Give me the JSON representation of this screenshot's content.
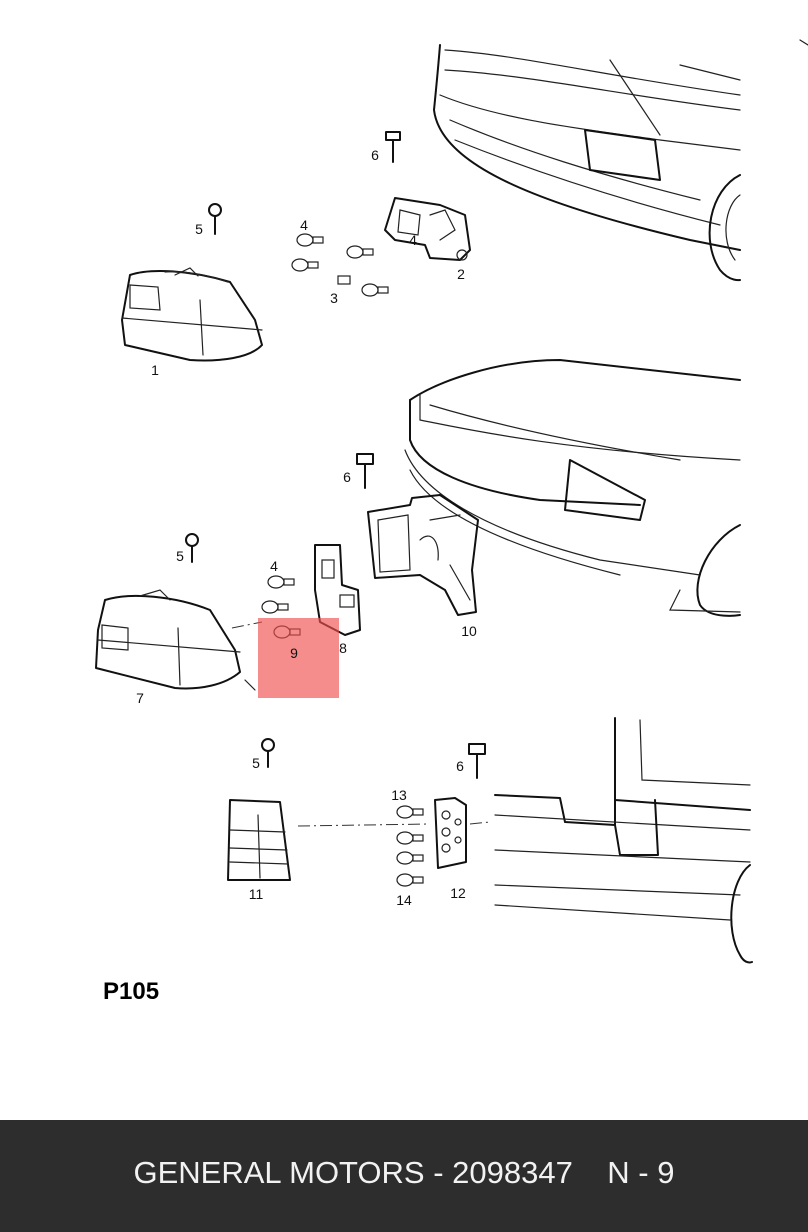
{
  "diagram": {
    "callouts": [
      {
        "id": "c1",
        "text": "1"
      },
      {
        "id": "c2",
        "text": "2"
      },
      {
        "id": "c3",
        "text": "3"
      },
      {
        "id": "c4a",
        "text": "4"
      },
      {
        "id": "c4b",
        "text": "4"
      },
      {
        "id": "c4c",
        "text": "4"
      },
      {
        "id": "c5a",
        "text": "5"
      },
      {
        "id": "c5b",
        "text": "5"
      },
      {
        "id": "c5c",
        "text": "5"
      },
      {
        "id": "c6a",
        "text": "6"
      },
      {
        "id": "c6b",
        "text": "6"
      },
      {
        "id": "c6c",
        "text": "6"
      },
      {
        "id": "c7",
        "text": "7"
      },
      {
        "id": "c8",
        "text": "8"
      },
      {
        "id": "c9",
        "text": "9"
      },
      {
        "id": "c10",
        "text": "10"
      },
      {
        "id": "c11",
        "text": "11"
      },
      {
        "id": "c12",
        "text": "12"
      },
      {
        "id": "c13",
        "text": "13"
      },
      {
        "id": "c14",
        "text": "14"
      }
    ],
    "page_code": "P105",
    "highlight_color": "#f05050"
  },
  "footer": {
    "text": "GENERAL MOTORS - 2098347    N - 9",
    "background": "#2d2d2d"
  }
}
